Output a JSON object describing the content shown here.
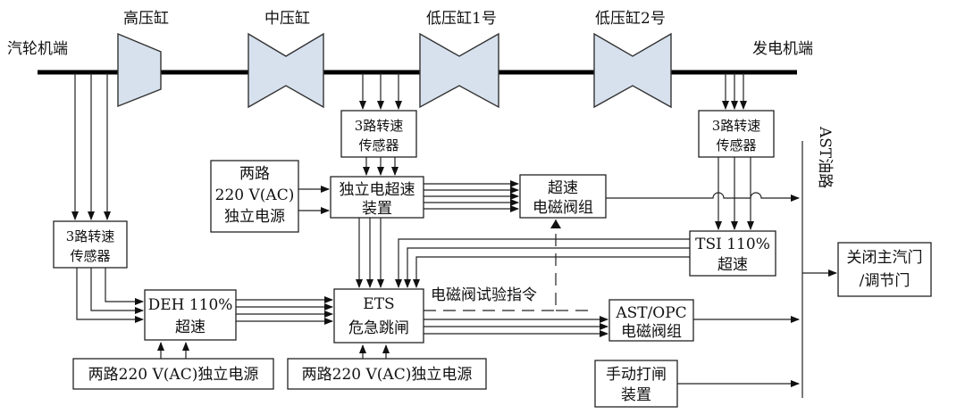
{
  "labels": {
    "turbine_end": "汽轮机端",
    "generator_end": "发电机端",
    "hp_cylinder": "高压缸",
    "ip_cylinder": "中压缸",
    "lp_cylinder_1": "低压缸1号",
    "lp_cylinder_2": "低压缸2号"
  },
  "sensors": {
    "left": [
      "3路转速",
      "传感器"
    ],
    "middle": [
      "3路转速",
      "传感器"
    ],
    "right": [
      "3路转速",
      "传感器"
    ]
  },
  "blocks": {
    "power_dual": [
      "两路",
      "220 V(AC)",
      "独立电源"
    ],
    "overspeed_device": [
      "独立电超速",
      "装置"
    ],
    "overspeed_valves": [
      "超速",
      "电磁阀组"
    ],
    "tsi": [
      "TSI 110%",
      "超速"
    ],
    "deh": [
      "DEH 110%",
      "超速"
    ],
    "ets": [
      "ETS",
      "危急跳闸"
    ],
    "ast_opc": [
      "AST/OPC",
      "电磁阀组"
    ],
    "manual_trip": [
      "手动打闸",
      "装置"
    ],
    "close_valves": [
      "关闭主汽门",
      "/调节门"
    ],
    "power_deh": "两路220 V(AC)独立电源",
    "power_ets": "两路220 V(AC)独立电源"
  },
  "annotations": {
    "valve_test": "电磁阀试验指令",
    "ast_line": "AST油路"
  }
}
